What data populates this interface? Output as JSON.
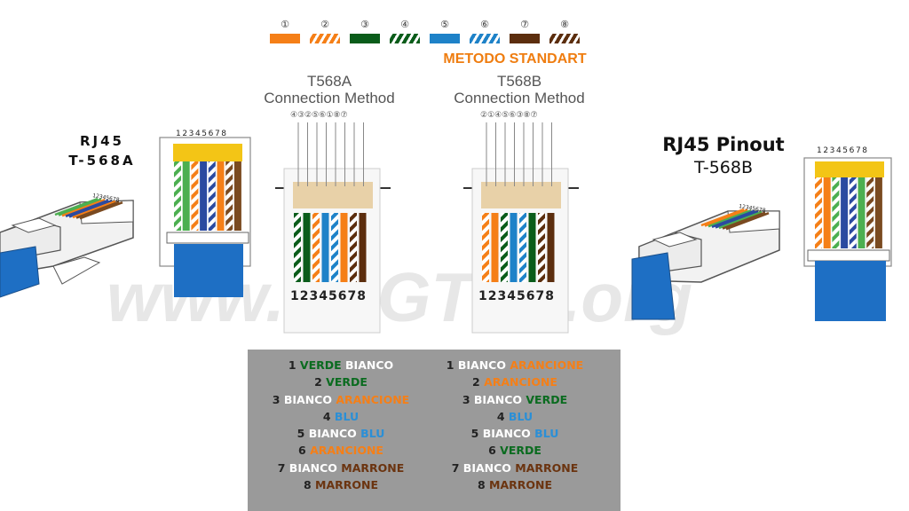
{
  "legend": {
    "items": [
      {
        "num": "①",
        "fill": "#f57f17",
        "striped": false
      },
      {
        "num": "②",
        "fill": "#f57f17",
        "striped": true
      },
      {
        "num": "③",
        "fill": "#0a5c1a",
        "striped": false
      },
      {
        "num": "④",
        "fill": "#0a5c1a",
        "striped": true
      },
      {
        "num": "⑤",
        "fill": "#1e82c8",
        "striped": false
      },
      {
        "num": "⑥",
        "fill": "#1e82c8",
        "striped": true
      },
      {
        "num": "⑦",
        "fill": "#5c2e0e",
        "striped": false
      },
      {
        "num": "⑧",
        "fill": "#5c2e0e",
        "striped": true
      }
    ]
  },
  "header": {
    "metodo": "METODO STANDART"
  },
  "t568a": {
    "title_line1": "T568A",
    "title_line2": "Connection Method",
    "circle_order": "④③②⑤⑥①⑧⑦",
    "pin_numbers": "12345678"
  },
  "t568b": {
    "title_line1": "T568B",
    "title_line2": "Connection Method",
    "circle_order": "②①④⑤⑥③⑧⑦",
    "pin_numbers": "12345678"
  },
  "left_label": {
    "line1": "RJ45",
    "line2": "T-568A"
  },
  "right_label": {
    "line1": "RJ45 Pinout",
    "line2": "T-568B"
  },
  "small_pins": "12345678",
  "connector_pins": "12345678",
  "watermark": "www.TRGTLS.org",
  "list_a": [
    {
      "num": "1",
      "words": [
        {
          "text": "VERDE",
          "color": "green"
        },
        {
          "text": "BIANCO",
          "color": "white"
        }
      ]
    },
    {
      "num": "2",
      "words": [
        {
          "text": "VERDE",
          "color": "green"
        }
      ]
    },
    {
      "num": "3",
      "words": [
        {
          "text": "BIANCO",
          "color": "white"
        },
        {
          "text": "ARANCIONE",
          "color": "orange"
        }
      ]
    },
    {
      "num": "4",
      "words": [
        {
          "text": "BLU",
          "color": "blue"
        }
      ]
    },
    {
      "num": "5",
      "words": [
        {
          "text": "BIANCO",
          "color": "white"
        },
        {
          "text": "BLU",
          "color": "blue"
        }
      ]
    },
    {
      "num": "6",
      "words": [
        {
          "text": "ARANCIONE",
          "color": "orange"
        }
      ]
    },
    {
      "num": "7",
      "words": [
        {
          "text": "BIANCO",
          "color": "white"
        },
        {
          "text": "MARRONE",
          "color": "brown"
        }
      ]
    },
    {
      "num": "8",
      "words": [
        {
          "text": "MARRONE",
          "color": "brown"
        }
      ]
    }
  ],
  "list_b": [
    {
      "num": "1",
      "words": [
        {
          "text": "BIANCO",
          "color": "white"
        },
        {
          "text": "ARANCIONE",
          "color": "orange"
        }
      ]
    },
    {
      "num": "2",
      "words": [
        {
          "text": "ARANCIONE",
          "color": "orange"
        }
      ]
    },
    {
      "num": "3",
      "words": [
        {
          "text": "BIANCO",
          "color": "white"
        },
        {
          "text": "VERDE",
          "color": "green"
        }
      ]
    },
    {
      "num": "4",
      "words": [
        {
          "text": "BLU",
          "color": "blue"
        }
      ]
    },
    {
      "num": "5",
      "words": [
        {
          "text": "BIANCO",
          "color": "white"
        },
        {
          "text": "BLU",
          "color": "blue"
        }
      ]
    },
    {
      "num": "6",
      "words": [
        {
          "text": "VERDE",
          "color": "green"
        }
      ]
    },
    {
      "num": "7",
      "words": [
        {
          "text": "BIANCO",
          "color": "white"
        },
        {
          "text": "MARRONE",
          "color": "brown"
        }
      ]
    },
    {
      "num": "8",
      "words": [
        {
          "text": "MARRONE",
          "color": "brown"
        }
      ]
    }
  ],
  "wiring": {
    "t568a": [
      {
        "fill": "#0a5c1a",
        "striped": true
      },
      {
        "fill": "#0a5c1a",
        "striped": false
      },
      {
        "fill": "#f57f17",
        "striped": true
      },
      {
        "fill": "#1e82c8",
        "striped": false
      },
      {
        "fill": "#1e82c8",
        "striped": true
      },
      {
        "fill": "#f57f17",
        "striped": false
      },
      {
        "fill": "#5c2e0e",
        "striped": true
      },
      {
        "fill": "#5c2e0e",
        "striped": false
      }
    ],
    "t568b": [
      {
        "fill": "#f57f17",
        "striped": true
      },
      {
        "fill": "#f57f17",
        "striped": false
      },
      {
        "fill": "#0a5c1a",
        "striped": true
      },
      {
        "fill": "#1e82c8",
        "striped": false
      },
      {
        "fill": "#1e82c8",
        "striped": true
      },
      {
        "fill": "#0a5c1a",
        "striped": false
      },
      {
        "fill": "#5c2e0e",
        "striped": true
      },
      {
        "fill": "#5c2e0e",
        "striped": false
      }
    ],
    "side_a": [
      {
        "fill": "#4caf50",
        "striped": true
      },
      {
        "fill": "#4caf50",
        "striped": false
      },
      {
        "fill": "#f57f17",
        "striped": true
      },
      {
        "fill": "#2b4aa0",
        "striped": false
      },
      {
        "fill": "#2b4aa0",
        "striped": true
      },
      {
        "fill": "#f57f17",
        "striped": false
      },
      {
        "fill": "#7a4a20",
        "striped": true
      },
      {
        "fill": "#7a4a20",
        "striped": false
      }
    ],
    "side_b": [
      {
        "fill": "#f57f17",
        "striped": true
      },
      {
        "fill": "#f57f17",
        "striped": false
      },
      {
        "fill": "#4caf50",
        "striped": true
      },
      {
        "fill": "#2b4aa0",
        "striped": false
      },
      {
        "fill": "#2b4aa0",
        "striped": true
      },
      {
        "fill": "#4caf50",
        "striped": false
      },
      {
        "fill": "#7a4a20",
        "striped": true
      },
      {
        "fill": "#7a4a20",
        "striped": false
      }
    ]
  }
}
